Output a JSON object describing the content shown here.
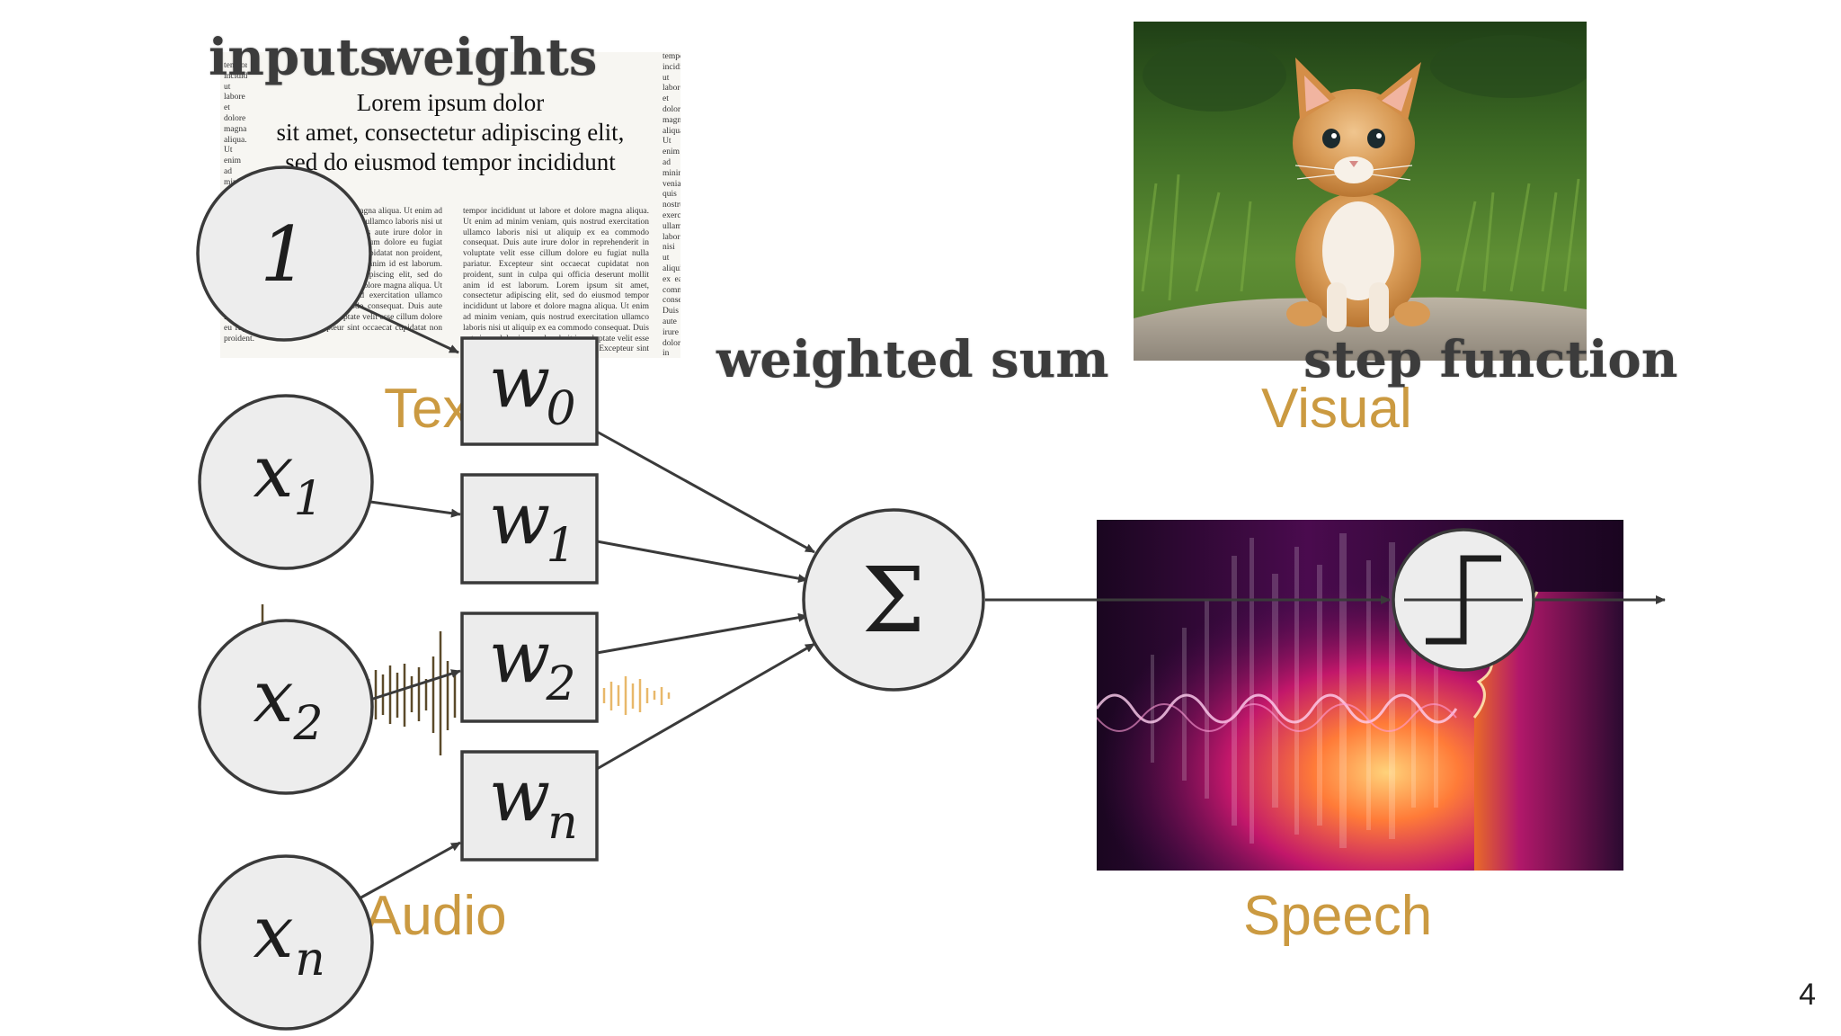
{
  "slide": {
    "page_number": "4"
  },
  "captions": {
    "text": "Text",
    "visual": "Visual",
    "audio": "Audio",
    "speech": "Speech",
    "color": "#cb9a41"
  },
  "diagram": {
    "inputs_title": "inputs",
    "weights_title": "weights",
    "weighted_sum_title": "weighted sum",
    "step_function_title": "step function",
    "input_nodes": [
      {
        "var": "1",
        "sub": ""
      },
      {
        "var": "x",
        "sub": "1"
      },
      {
        "var": "x",
        "sub": "2"
      },
      {
        "var": "x",
        "sub": "n"
      }
    ],
    "weights": [
      {
        "var": "w",
        "sub": "0"
      },
      {
        "var": "w",
        "sub": "1"
      },
      {
        "var": "w",
        "sub": "2"
      },
      {
        "var": "w",
        "sub": "n"
      }
    ],
    "sum_symbol": "Σ"
  },
  "newspaper": {
    "headline": [
      "Lorem ipsum dolor",
      "sit amet, consectetur adipiscing elit,",
      "sed do eiusmod tempor incididunt"
    ],
    "body": "tempor incididunt ut labore et dolore magna aliqua. Ut enim ad minim veniam, quis nostrud exercitation ullamco laboris nisi ut aliquip ex ea commodo consequat. Duis aute irure dolor in reprehenderit in voluptate velit esse cillum dolore eu fugiat nulla pariatur. Excepteur sint occaecat cupidatat non proident, sunt in culpa qui officia deserunt mollit anim id est laborum. Lorem ipsum sit amet, consectetur adipiscing elit, sed do eiusmod tempor incididunt ut labore et dolore magna aliqua. Ut enim ad minim veniam, quis nostrud exercitation ullamco laboris nisi ut aliquip ex ea commodo consequat. Duis aute irure dolor in reprehenderit in voluptate velit esse cillum dolore eu fugiat nulla pariatur. Excepteur sint occaecat cupidatat non proident."
  }
}
